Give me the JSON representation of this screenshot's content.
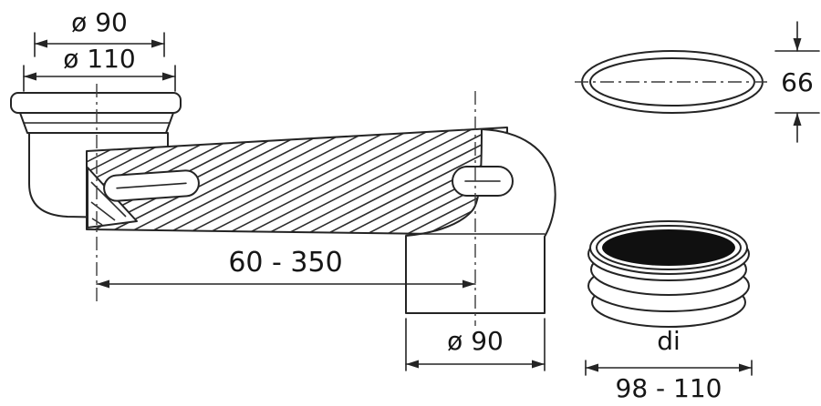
{
  "drawing": {
    "type": "technical-dimension-drawing",
    "subject": "flexible-wc-pan-connector",
    "labels": {
      "socket_inner_dia": "ø 90",
      "socket_outer_dia": "ø 110",
      "length_range": "60 - 350",
      "outlet_dia": "ø 90",
      "oval_height": "66",
      "seal_label": "di",
      "seal_range": "98 - 110"
    },
    "colors": {
      "line": "#242424",
      "background": "#ffffff",
      "seal_core": "#101010"
    }
  }
}
